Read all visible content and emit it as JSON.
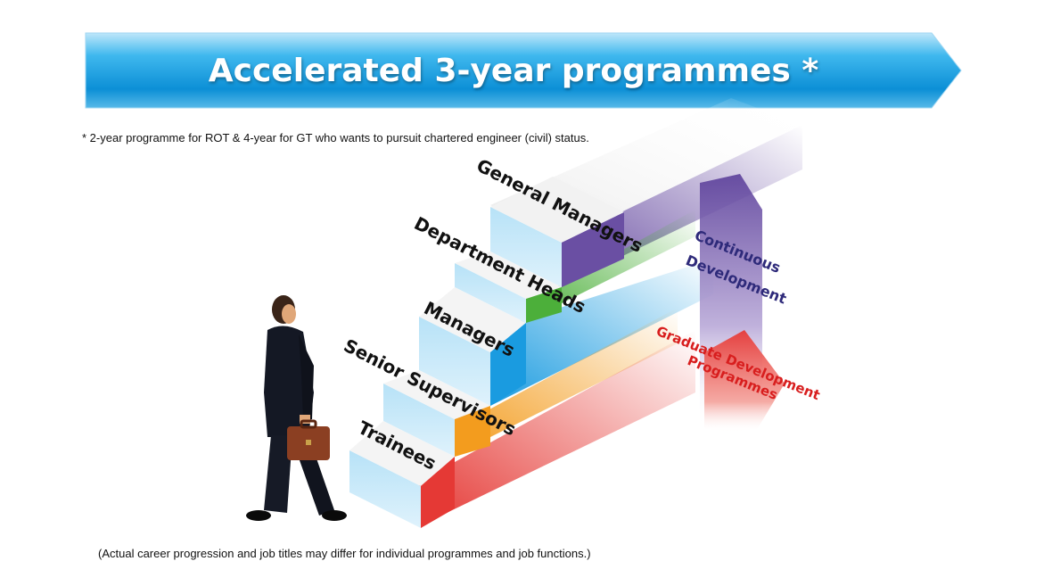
{
  "header": {
    "title": "Accelerated 3-year programmes *",
    "banner_color": "#1aa6e4"
  },
  "footnote": "* 2-year programme for ROT & 4-year for GT who wants to pursuit chartered engineer (civil) status.",
  "diagram": {
    "steps": [
      {
        "label": "Trainees",
        "color": "#e53935"
      },
      {
        "label": "Senior Supervisors",
        "color": "#f39c1e"
      },
      {
        "label": "Managers",
        "color": "#1a9be0"
      },
      {
        "label": "Department Heads",
        "color": "#4caf3a"
      },
      {
        "label": "General Managers",
        "color": "#6a4fa3"
      }
    ],
    "arrows": {
      "continuous": {
        "line1": "Continuous",
        "line2": "Development",
        "color": "#2e2a7a"
      },
      "graduate": {
        "line1": "Graduate Development",
        "line2": "Programmes",
        "color": "#d81e1e"
      }
    },
    "figure": "businessman-with-briefcase"
  },
  "caption": "(Actual career progression and job titles may differ for individual programmes and job functions.)"
}
